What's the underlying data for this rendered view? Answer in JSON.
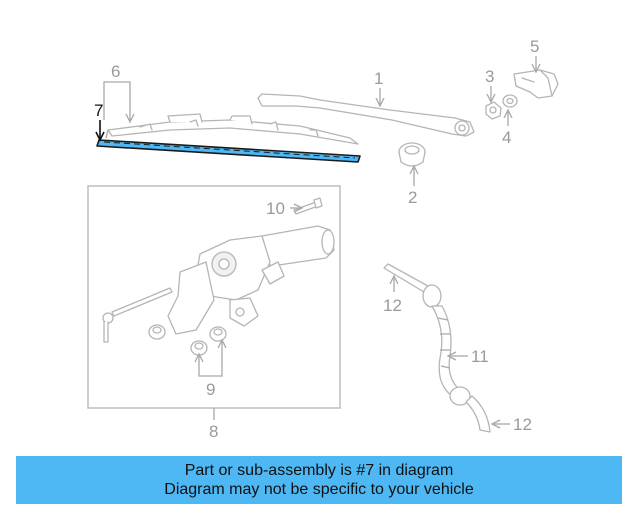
{
  "banner": {
    "line1": "Part or sub-assembly is #7 in diagram",
    "line2": "Diagram may not be specific to your vehicle",
    "background": "#4db8f4"
  },
  "highlight": {
    "part_number": "7",
    "color": "#4db8f4"
  },
  "callouts": {
    "c1": "1",
    "c2": "2",
    "c3": "3",
    "c4": "4",
    "c5": "5",
    "c6": "6",
    "c7": "7",
    "c8": "8",
    "c9": "9",
    "c10": "10",
    "c11": "11",
    "c12a": "12",
    "c12b": "12"
  }
}
